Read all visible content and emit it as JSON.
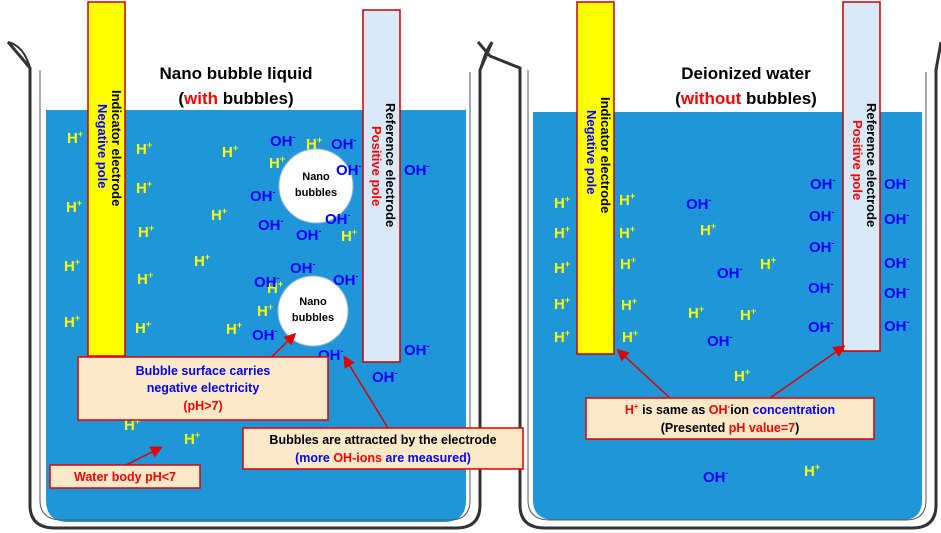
{
  "colors": {
    "water": "#1f96d8",
    "beaker_outline": "#333333",
    "indicator_electrode": "#ffff00",
    "reference_electrode": "#dae9f7",
    "ion_h": "#ffff00",
    "ion_oh": "#0000ff",
    "emphasis_red": "#ff0000",
    "callout_fill": "#fce9c8",
    "callout_border": "#e00000"
  },
  "icons": {
    "bubble": "white-circle",
    "arrow": "red-arrow"
  },
  "ion_labels": {
    "h": {
      "base": "H",
      "sup": "+"
    },
    "oh": {
      "base": "OH",
      "sup": "-"
    }
  },
  "left": {
    "title_line1": "Nano bubble liquid",
    "title_line2_open": "(",
    "title_line2_em": "with",
    "title_line2_rest": " bubbles)",
    "indicator_label": "Indicator electrode",
    "indicator_pole": "Negative pole",
    "reference_label": "Reference electrode",
    "reference_pole": "Positive pole",
    "bubble_label_line1": "Nano",
    "bubble_label_line2": "bubbles",
    "callout_surface": {
      "line1": "Bubble surface carries",
      "line2": "negative electricity",
      "line3": "(pH>7)"
    },
    "callout_attract": {
      "line1": "Bubbles are attracted by the electrode",
      "line2_open": "(more ",
      "line2_em": "OH-ions",
      "line2_rest": " are measured)"
    },
    "callout_water": "Water body pH<7"
  },
  "right": {
    "title_line1": "Deionized water",
    "title_line2_open": "(",
    "title_line2_em": "without",
    "title_line2_rest": " bubbles)",
    "indicator_label": "Indicator electrode",
    "indicator_pole": "Negative pole",
    "reference_label": "Reference electrode",
    "reference_pole": "Positive pole",
    "callout_equal": {
      "line1_h": "H",
      "line1_h_sup": "+",
      "line1_mid": " is same as ",
      "line1_oh": "OH",
      "line1_oh_sup": "-",
      "line1_ion": "ion ",
      "line1_concentration": "concentration",
      "line2_open": "(Presented ",
      "line2_em": "pH value=7",
      "line2_close": ")"
    }
  }
}
